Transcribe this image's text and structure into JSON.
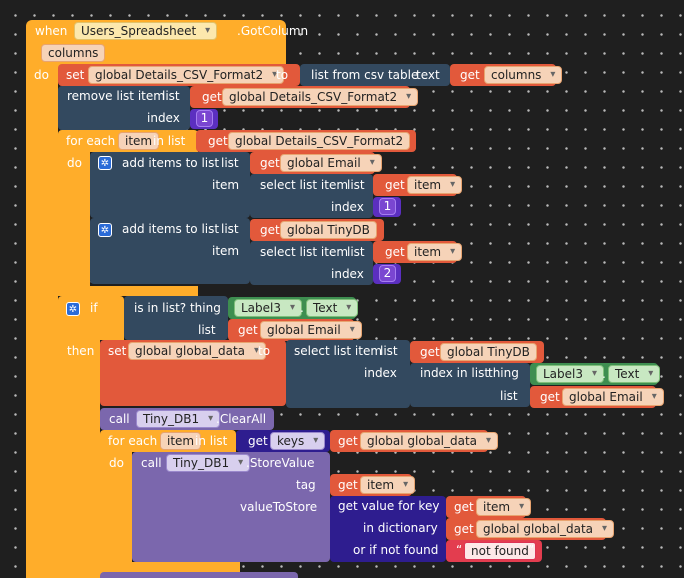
{
  "event": {
    "when": "when",
    "component": "Users_Spreadsheet",
    "event_name": ".GotColumn",
    "param": "columns",
    "do": "do"
  },
  "set1": {
    "set": "set",
    "var": "global Details_CSV_Format2",
    "to": "to",
    "list_from_csv": "list from csv table",
    "text": "text",
    "get": "get",
    "get_var": "columns"
  },
  "remove": {
    "label": "remove list item",
    "list": "list",
    "get": "get",
    "var": "global Details_CSV_Format2",
    "index": "index",
    "index_val": "1"
  },
  "foreach1": {
    "label": "for each",
    "item": "item",
    "in_list": "in list",
    "get": "get",
    "var": "global Details_CSV_Format2",
    "do": "do"
  },
  "add1": {
    "label": "add items to list",
    "list": "list",
    "get": "get",
    "list_var": "global Email",
    "item": "item",
    "select": "select list item",
    "select_list": "list",
    "get2": "get",
    "item_var": "item",
    "index": "index",
    "index_val": "1"
  },
  "add2": {
    "label": "add items to list",
    "list": "list",
    "get": "get",
    "list_var": "global TinyDB",
    "item": "item",
    "select": "select list item",
    "select_list": "list",
    "get2": "get",
    "item_var": "item",
    "index": "index",
    "index_val": "2"
  },
  "if_block": {
    "if": "if",
    "is_in_list": "is in list? thing",
    "component": "Label3",
    "dot": ".",
    "prop": "Text",
    "list": "list",
    "get": "get",
    "list_var": "global Email",
    "then": "then"
  },
  "set2": {
    "set": "set",
    "var": "global global_data",
    "to": "to",
    "select": "select list item",
    "list": "list",
    "get": "get",
    "list_var": "global TinyDB",
    "index": "index",
    "index_in_list": "index in list",
    "thing": "thing",
    "component": "Label3",
    "dot": ".",
    "prop": "Text",
    "list2": "list",
    "get2": "get",
    "list2_var": "global Email"
  },
  "clear": {
    "call": "call",
    "component": "Tiny_DB1",
    "method": ".ClearAll"
  },
  "foreach2": {
    "label": "for each",
    "item": "item",
    "in_list": "in list",
    "get": "get",
    "keys": "keys",
    "get2": "get",
    "var": "global global_data",
    "do": "do"
  },
  "store": {
    "call": "call",
    "component": "Tiny_DB1",
    "method": ".StoreValue",
    "tag": "tag",
    "get": "get",
    "tag_var": "item",
    "value_to_store": "valueToStore",
    "get_value_for_key": "get value for key",
    "get2": "get",
    "key_var": "item",
    "in_dictionary": "in dictionary",
    "get3": "get",
    "dict_var": "global global_data",
    "or_if_not_found": "or if not found",
    "not_found_open": "“",
    "not_found": "not found",
    "not_found_close": "”"
  },
  "colors": {
    "control": "#ffad2a",
    "variable": "#e2593b",
    "list": "#33495f",
    "component": "#7b67ad",
    "dictionary": "#2e1d8f",
    "text": "#e33d4f",
    "math": "#5b2fc0",
    "component_setter": "#3e8e50"
  }
}
